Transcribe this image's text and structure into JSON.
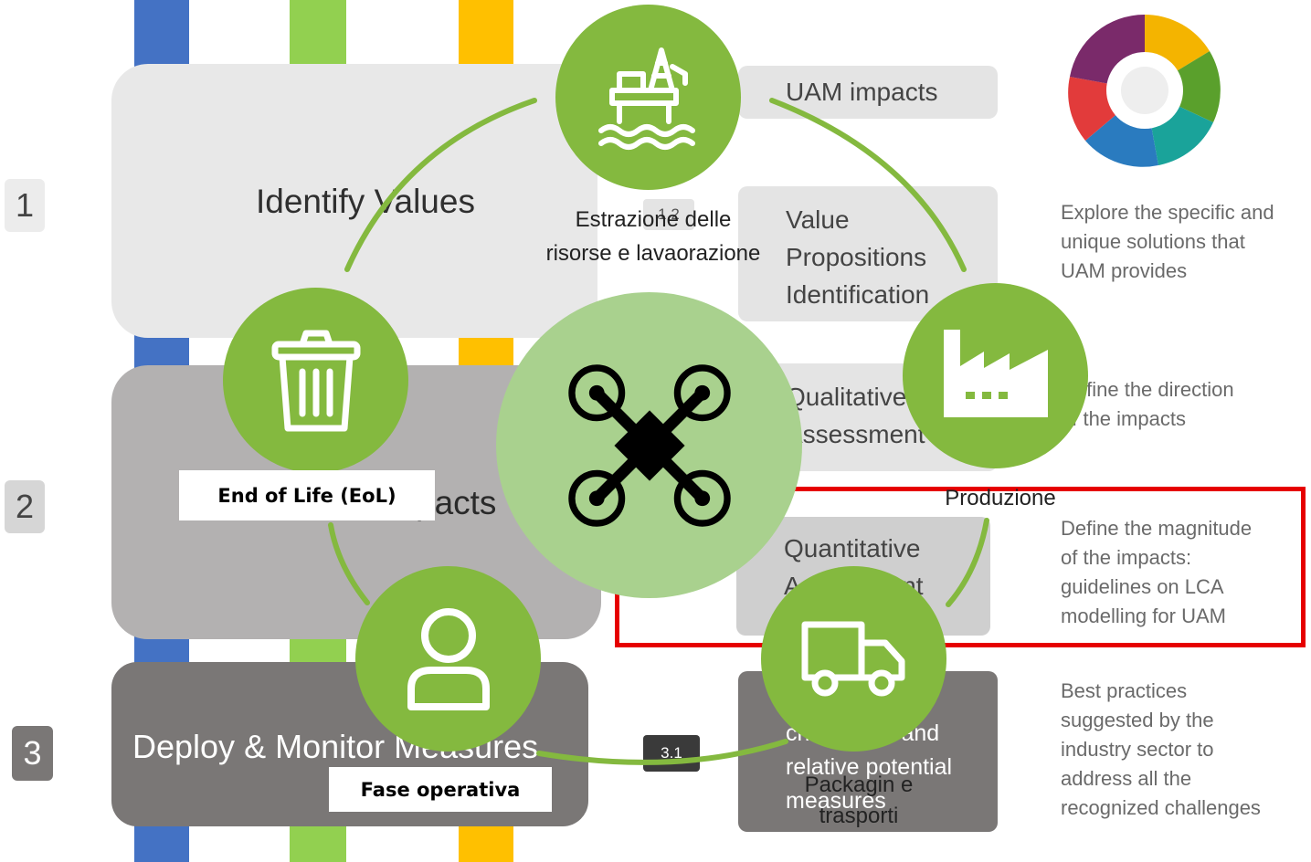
{
  "colors": {
    "blue": "#4472c4",
    "green": "#92d050",
    "yellow": "#ffc000",
    "circle_green": "#84b93f",
    "center_green": "#a9d18e",
    "highlight_red": "#e60000"
  },
  "rows": [
    {
      "number": "1",
      "title": "Identify Values"
    },
    {
      "number": "2",
      "title": "pacts"
    },
    {
      "number": "3",
      "title": "Deploy & Monitor Measures"
    }
  ],
  "steps": {
    "uam_impacts": "UAM impacts",
    "s12_number": "1.2",
    "value_prop": [
      "Value",
      "Propositions",
      "Identification"
    ],
    "qualitative": [
      "Qualitative",
      "Assessment"
    ],
    "quantitative": [
      "Quantitative",
      "Assessment"
    ],
    "s31_number": "3.1",
    "challenges": [
      "challenges and",
      "relative potential",
      "measures"
    ]
  },
  "descriptions": {
    "d1": [
      "Explore the specific and",
      "unique solutions that",
      "UAM provides"
    ],
    "d2": [
      "Define the direction",
      "of the impacts"
    ],
    "d3": [
      "Define the magnitude",
      "of the impacts:",
      "guidelines on LCA",
      "modelling for UAM"
    ],
    "d4": [
      "Best practices",
      "suggested by the",
      "industry sector to",
      "address all the",
      "recognized challenges"
    ]
  },
  "lifecycle": {
    "center_icon": "drone-icon",
    "stages": [
      {
        "id": "extraction",
        "icon": "oil-rig-icon",
        "label_lines": [
          "Estrazione delle",
          "risorse e lavaorazione"
        ]
      },
      {
        "id": "production",
        "icon": "factory-icon",
        "label": "Produzione"
      },
      {
        "id": "packaging",
        "icon": "truck-icon",
        "label_lines": [
          "Packagin e",
          "trasporti"
        ]
      },
      {
        "id": "operation",
        "icon": "user-icon",
        "label": "Fase operativa"
      },
      {
        "id": "eol",
        "icon": "trash-icon",
        "label": "End of Life (EoL)"
      }
    ]
  },
  "wheel_icon": "uam-impacts-wheel-icon"
}
